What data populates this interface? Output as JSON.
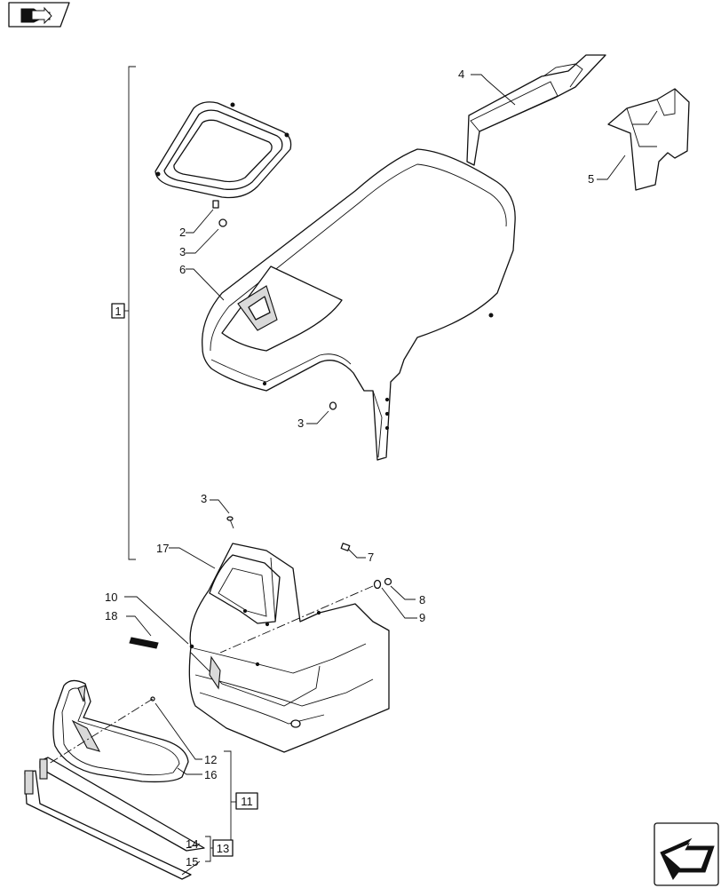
{
  "callouts": {
    "c1": "1",
    "c2": "2",
    "c3a": "3",
    "c3b": "3",
    "c3c": "3",
    "c4": "4",
    "c5": "5",
    "c6": "6",
    "c7": "7",
    "c8": "8",
    "c9": "9",
    "c10": "10",
    "c11": "11",
    "c12": "12",
    "c13": "13",
    "c14": "14",
    "c15": "15",
    "c16": "16",
    "c17": "17",
    "c18": "18"
  },
  "icons": {
    "top_left": "book-with-arrow-icon",
    "bottom_right": "navigation-arrow-icon"
  }
}
